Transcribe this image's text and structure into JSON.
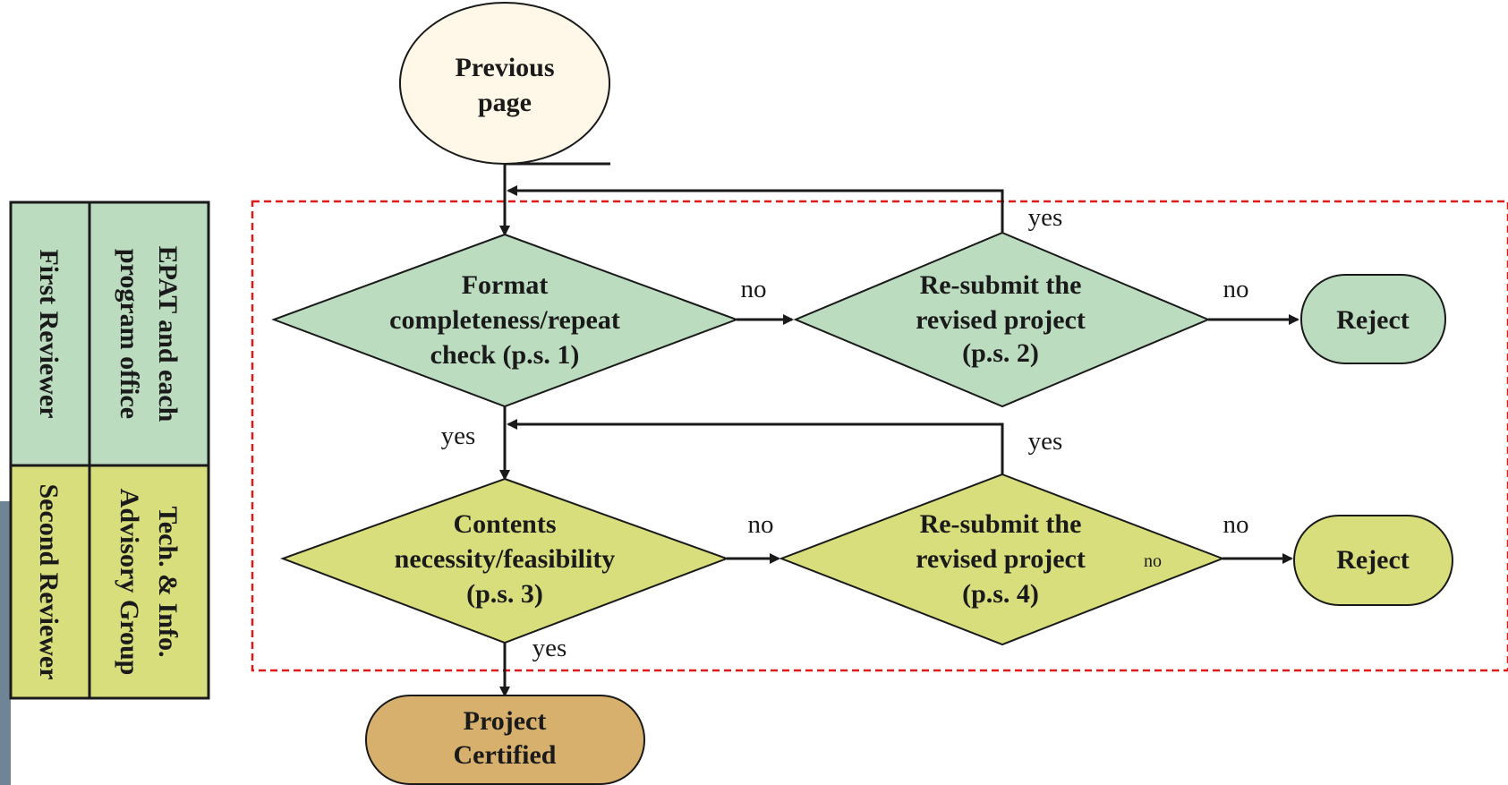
{
  "colors": {
    "green_fill": "#bcdcc0",
    "yellow_fill": "#d8de7c",
    "start_fill": "#fff8e8",
    "certified_fill": "#d8b06e",
    "boundary": "#e01818",
    "stroke": "#1a1a1a"
  },
  "nodes": {
    "previous_page": {
      "line1": "Previous",
      "line2": "page"
    },
    "format_check": {
      "line1": "Format",
      "line2": "completeness/repeat",
      "line3": "check (p.s. 1)"
    },
    "resubmit_1": {
      "line1": "Re-submit the",
      "line2": "revised  project",
      "line3": "(p.s. 2)"
    },
    "reject_1": {
      "label": "Reject"
    },
    "contents_check": {
      "line1": "Contents",
      "line2": "necessity/feasibility",
      "line3": "(p.s. 3)"
    },
    "resubmit_2": {
      "line1": "Re-submit the",
      "line2": "revised project",
      "line3": "(p.s. 4)",
      "note": "no"
    },
    "reject_2": {
      "label": "Reject"
    },
    "certified": {
      "line1": "Project",
      "line2": "Certified"
    }
  },
  "edges": {
    "format_no": "no",
    "resubmit1_no": "no",
    "resubmit1_yes": "yes",
    "format_yes": "yes",
    "contents_no": "no",
    "resubmit2_no": "no",
    "resubmit2_yes": "yes",
    "contents_yes": "yes"
  },
  "lanes": {
    "first": {
      "org_line1": "EPAT and each",
      "org_line2": "program office",
      "role": "First Reviewer"
    },
    "second": {
      "org_line1": "Tech. & Info.",
      "org_line2": "Advisory Group",
      "role": "Second Reviewer"
    }
  }
}
